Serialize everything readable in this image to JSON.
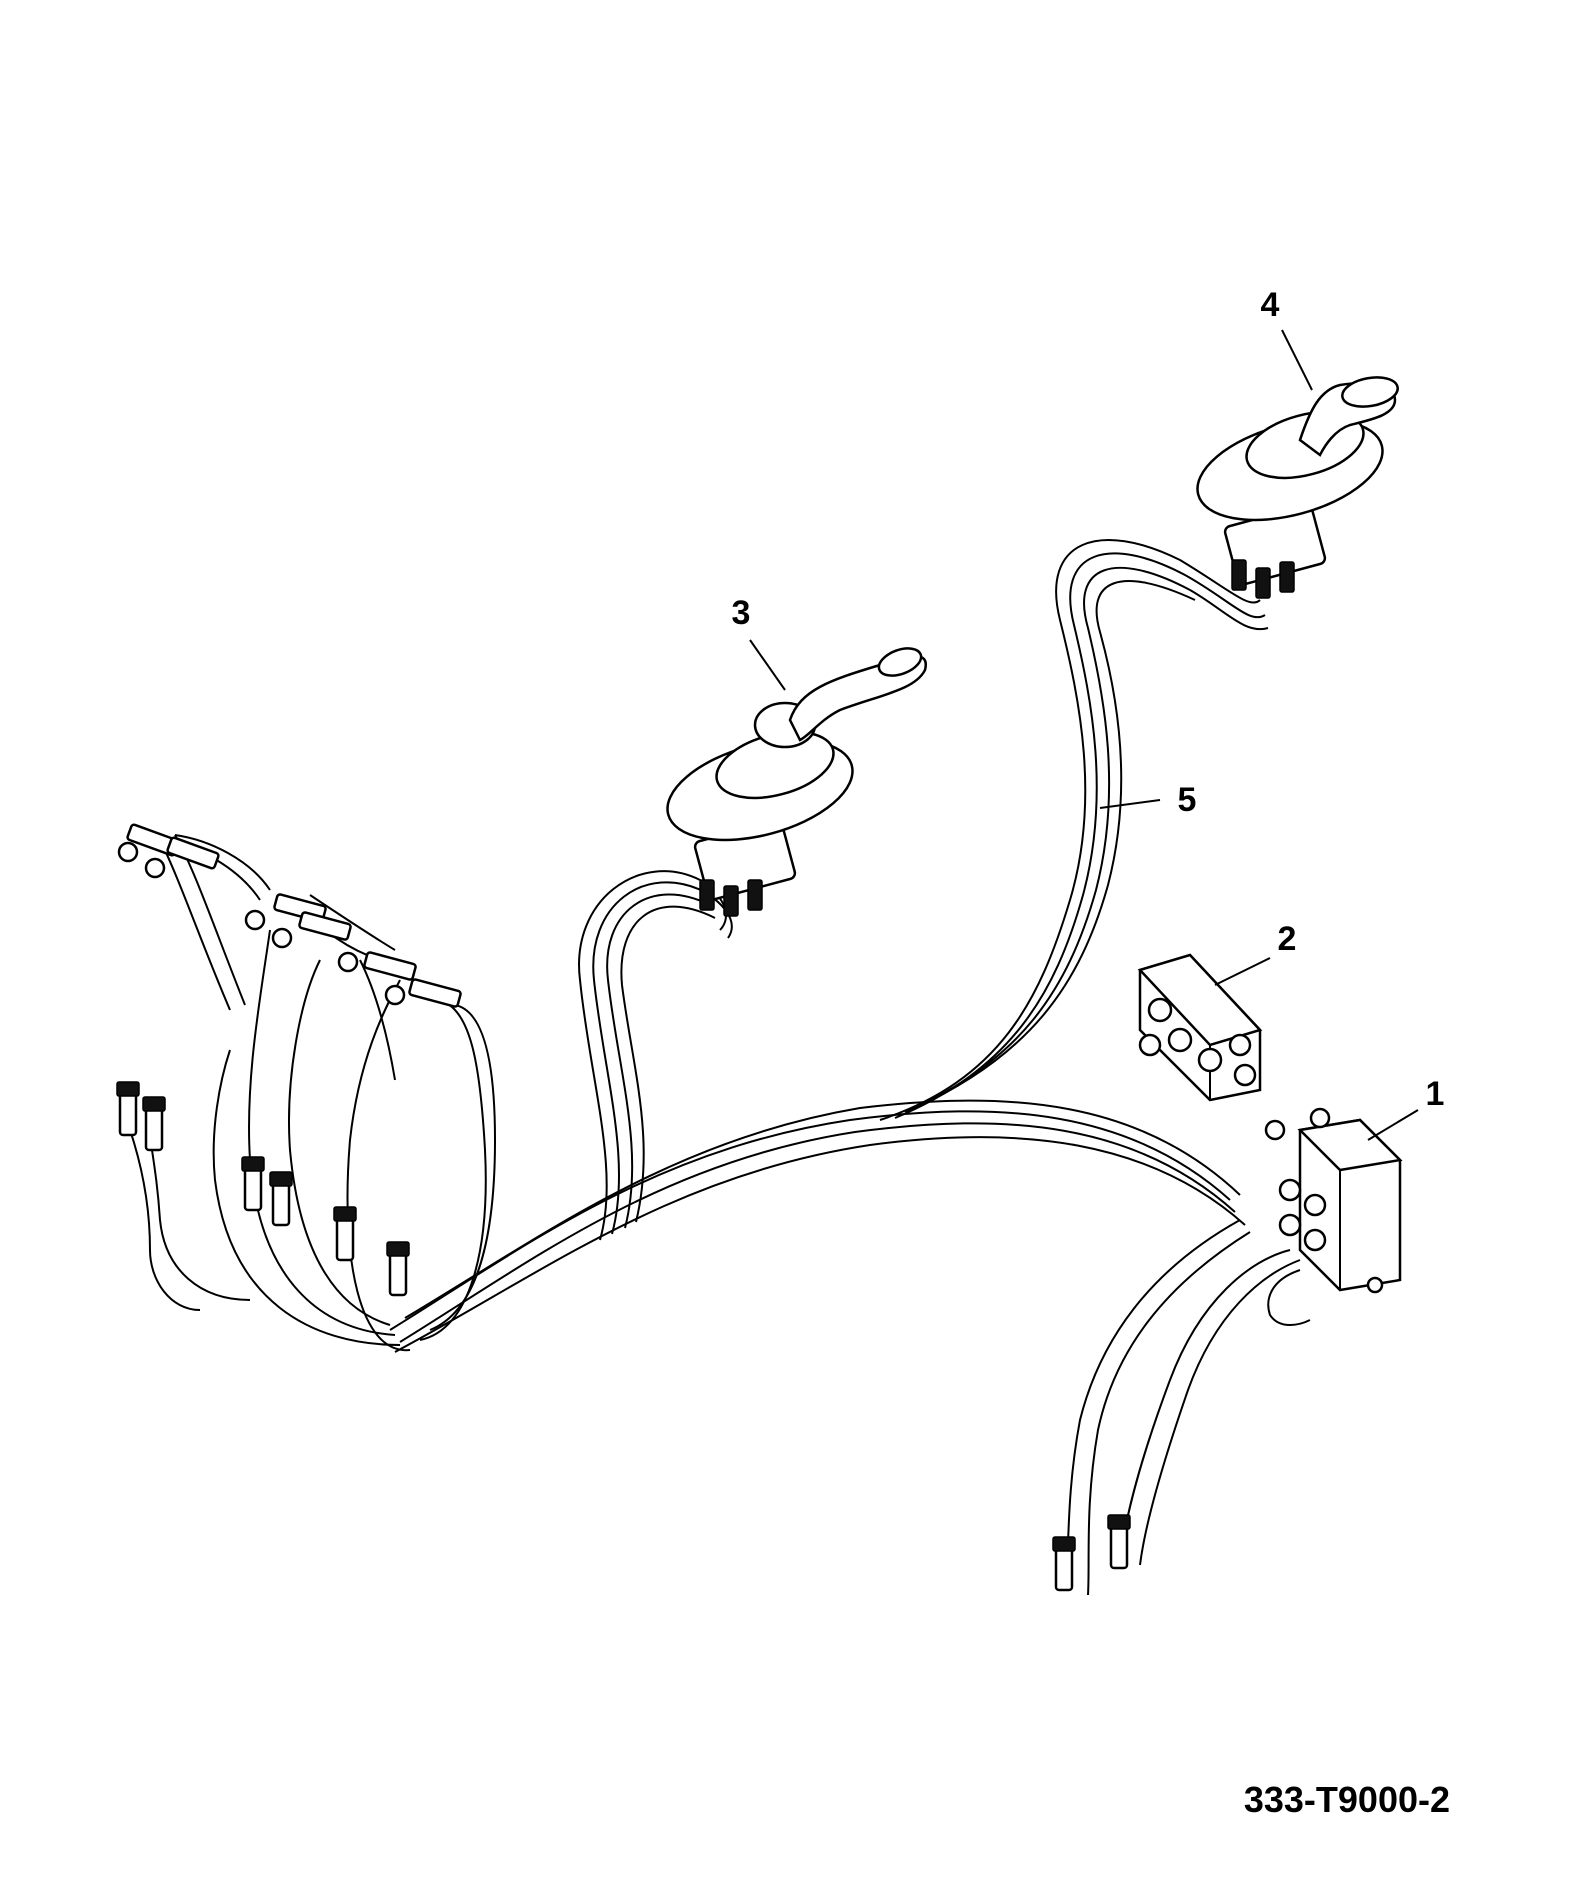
{
  "callouts": [
    {
      "label": "1"
    },
    {
      "label": "2"
    },
    {
      "label": "3"
    },
    {
      "label": "4"
    },
    {
      "label": "5"
    }
  ],
  "drawing_number": "333-T9000-2"
}
